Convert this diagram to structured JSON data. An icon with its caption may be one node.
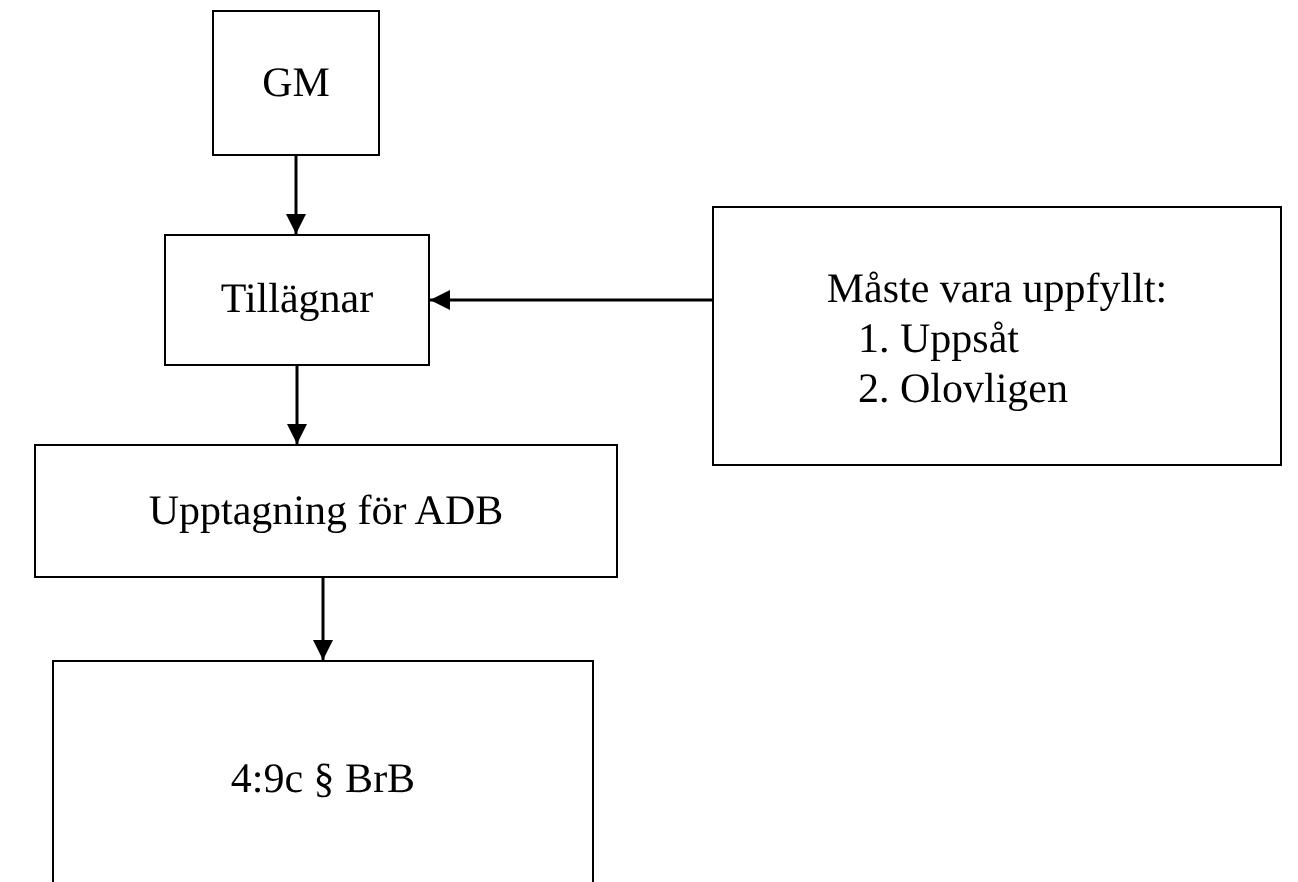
{
  "diagram": {
    "nodes": [
      {
        "text": [
          "GM"
        ]
      },
      {
        "text": [
          "Tillägnar"
        ]
      },
      {
        "text": [
          "Måste vara uppfyllt:",
          "1. Uppsåt",
          "2. Olovligen"
        ]
      },
      {
        "text": [
          "Upptagning för ADB"
        ]
      },
      {
        "text": [
          "4:9c § BrB"
        ]
      }
    ],
    "edges": [
      {
        "from": 0,
        "to": 1,
        "arrow": "to"
      },
      {
        "from": 2,
        "to": 1,
        "arrow": "to"
      },
      {
        "from": 1,
        "to": 3,
        "arrow": "to"
      },
      {
        "from": 3,
        "to": 4,
        "arrow": "to"
      }
    ]
  }
}
